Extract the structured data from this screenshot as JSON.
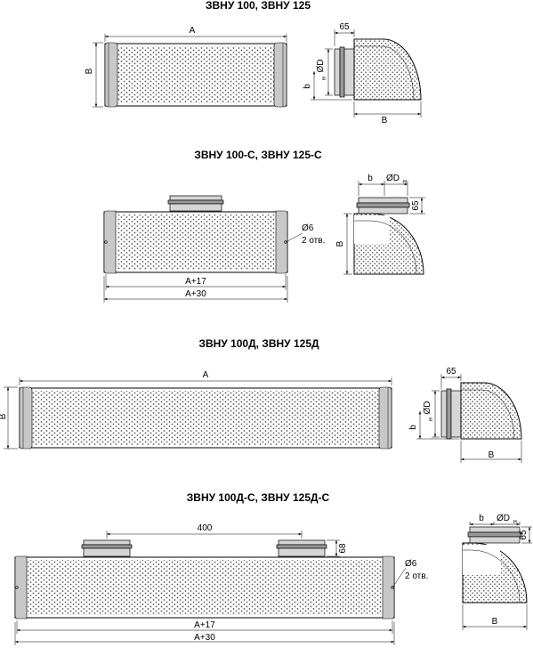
{
  "titles": {
    "t1": "ЗВНУ 100, ЗВНУ 125",
    "t2": "ЗВНУ 100-С, ЗВНУ 125-С",
    "t3": "ЗВНУ 100Д, ЗВНУ 125Д",
    "t4": "ЗВНУ 100Д-С, ЗВНУ 125Д-С"
  },
  "labels": {
    "A": "A",
    "B": "B",
    "b": "b",
    "d65": "65",
    "d68": "68",
    "d400": "400",
    "a17": "A+17",
    "a30": "A+30",
    "diam6": "Ø6",
    "holes": "2 отв.",
    "diamD": "ØD",
    "sub": "н"
  },
  "colors": {
    "line": "#000000",
    "band": "#c8c8c8",
    "pipe": "#d6d6d6"
  }
}
